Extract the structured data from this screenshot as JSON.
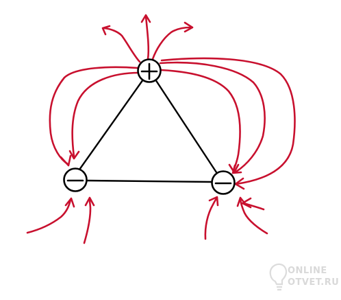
{
  "colors": {
    "field_lines": "#c8102e",
    "triangle": "#000000",
    "charge_outline": "#000000",
    "watermark": "#d9d9d9"
  },
  "charges": [
    {
      "id": "top",
      "sign": "+"
    },
    {
      "id": "bottom-left",
      "sign": "-"
    },
    {
      "id": "bottom-right",
      "sign": "-"
    }
  ],
  "watermark": {
    "line1": "ONLINE",
    "line2": "OTVET.RU",
    "icon": "lightbulb-icon"
  }
}
